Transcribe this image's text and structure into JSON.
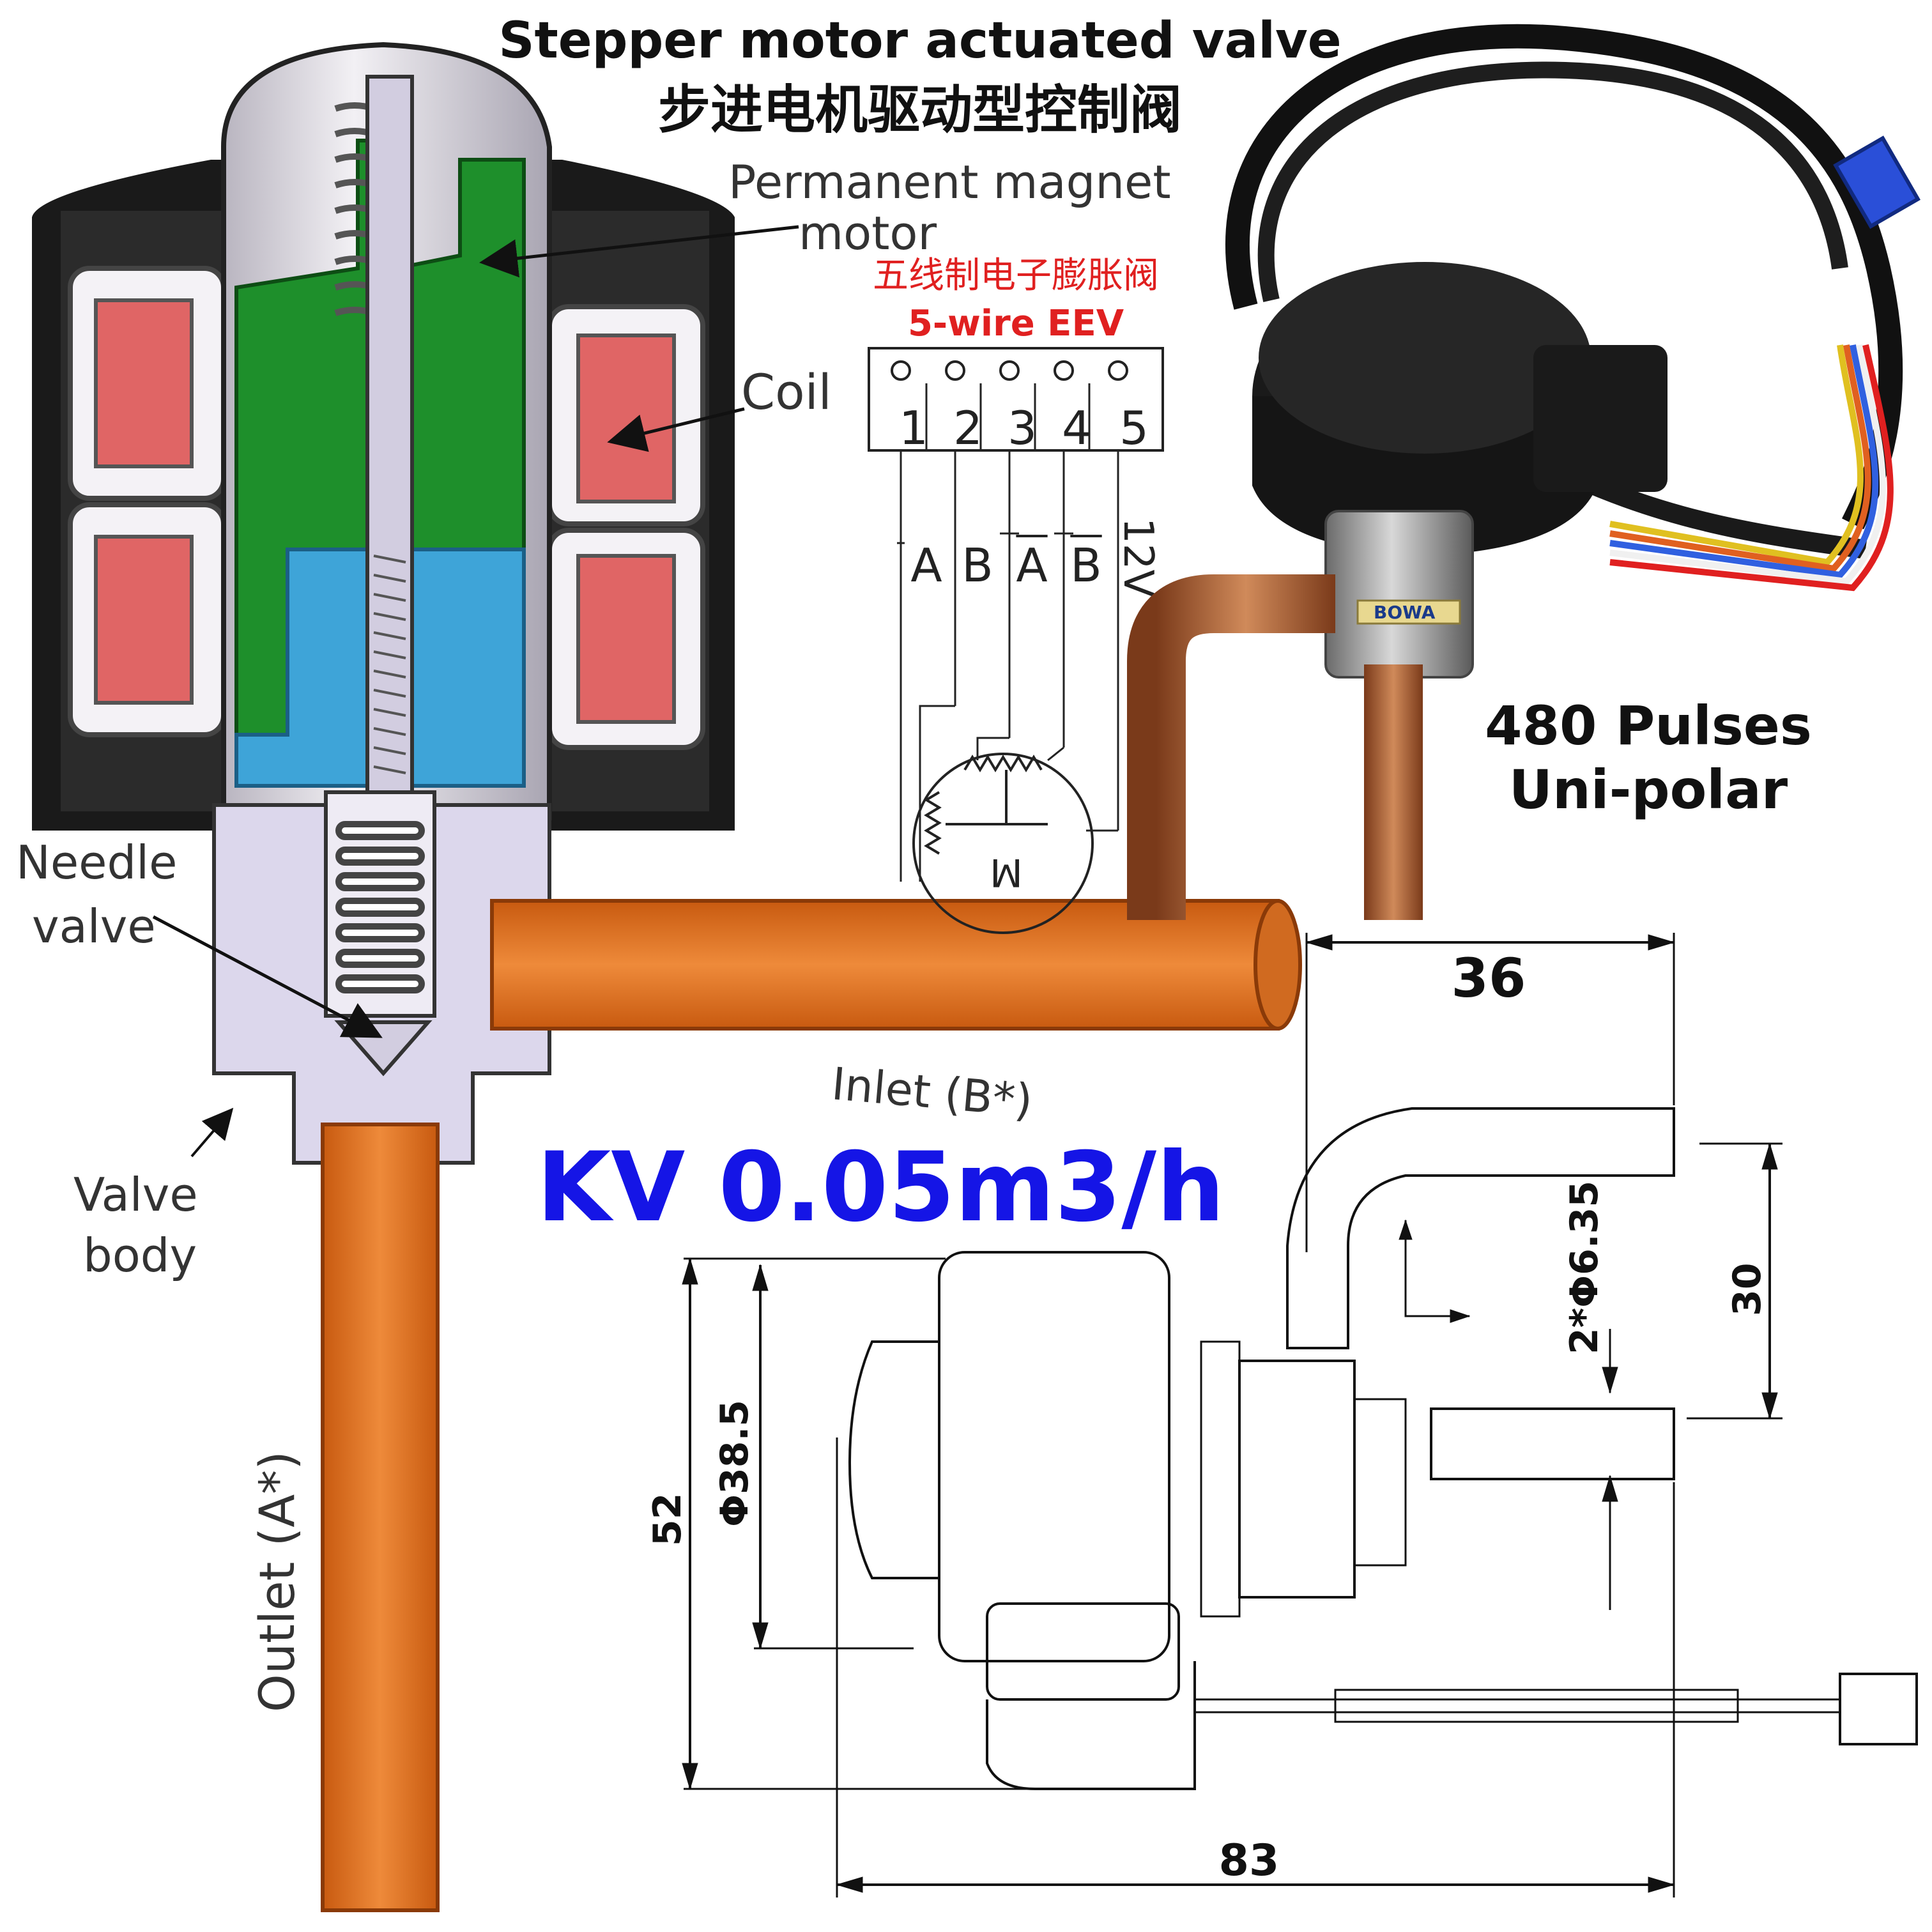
{
  "title": {
    "en": "Stepper motor actuated valve",
    "zh": "步进电机驱动型控制阀"
  },
  "section_labels": {
    "motor_line1": "Permanent magnet",
    "motor_line2": "motor",
    "coil": "Coil",
    "needle_line1": "Needle",
    "needle_line2": "valve",
    "body_line1": "Valve",
    "body_line2": "body",
    "inlet": "Inlet (B*)",
    "outlet": "Outlet (A*)"
  },
  "wiring": {
    "title_zh": "五线制电子膨胀阀",
    "title_en": "5-wire EEV",
    "pins": [
      "1",
      "2",
      "3",
      "4",
      "5"
    ],
    "signals": [
      "A",
      "B",
      "A",
      "B",
      "12V"
    ],
    "motor_symbol": "M"
  },
  "product": {
    "brand": "BOWA",
    "pulses": "480 Pulses",
    "polarity": "Uni-polar",
    "kv": "KV 0.05m3/h"
  },
  "dimensions": {
    "top": "36",
    "pipe_dia": "2*Φ6.35",
    "pipe_spacing": "30",
    "height": "52",
    "body_dia": "Φ38.5",
    "length": "83"
  },
  "colors": {
    "coil_red": "#e06565",
    "rotor_green": "#1e8f2b",
    "blue_part": "#3ea4d8",
    "body_lavender": "#dcd7ec",
    "copper_orange": "#e57a2a",
    "kv_blue": "#1515e6",
    "wiring_red": "#e02020"
  }
}
